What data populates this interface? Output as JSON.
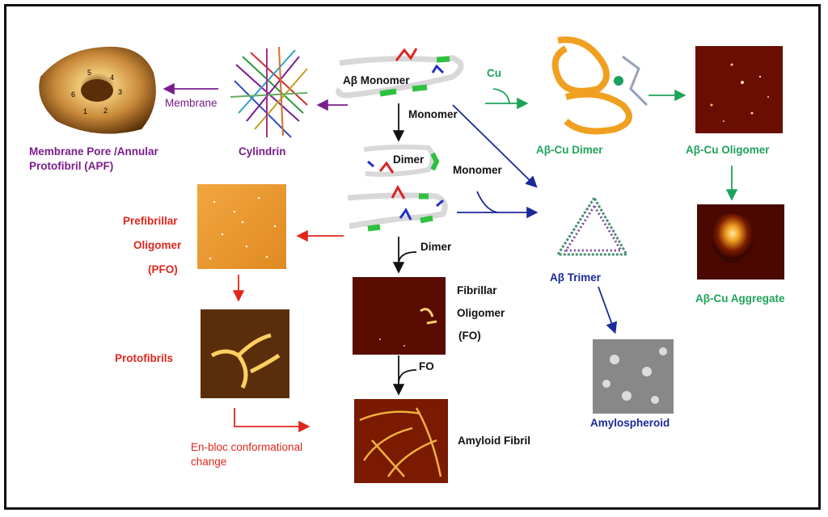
{
  "labels": {
    "membrane_pore": "Membrane Pore /Annular",
    "membrane_pore2": "Protofibril (APF)",
    "membrane": "Membrane",
    "cylindrin": "Cylindrin",
    "ab_monomer": "Aβ Monomer",
    "monomer1": "Monomer",
    "dimer_center": "Dimer",
    "monomer2": "Monomer",
    "dimer2": "Dimer",
    "cu": "Cu",
    "ab_cu_dimer": "Aβ-Cu Dimer",
    "ab_cu_oligomer": "Aβ-Cu Oligomer",
    "ab_cu_aggregate": "Aβ-Cu Aggregate",
    "ab_trimer": "Aβ Trimer",
    "amylospheroid": "Amylospheroid",
    "pfo_1": "Prefibrillar",
    "pfo_2": "Oligomer",
    "pfo_3": "(PFO)",
    "protofibrils": "Protofibrils",
    "fo_1": "Fibrillar",
    "fo_2": "Oligomer",
    "fo_3": "(FO)",
    "fo_arrow": "FO",
    "amyloid_fibril": "Amyloid Fibril",
    "enbloc_1": "En-bloc conformational",
    "enbloc_2": "change"
  },
  "pore_numbers": [
    "1",
    "2",
    "3",
    "4",
    "5",
    "6"
  ],
  "colors": {
    "purple": "#7a1e8c",
    "red": "#e0261c",
    "green": "#1ea35a",
    "blue": "#1a2a9a",
    "black": "#111111"
  }
}
